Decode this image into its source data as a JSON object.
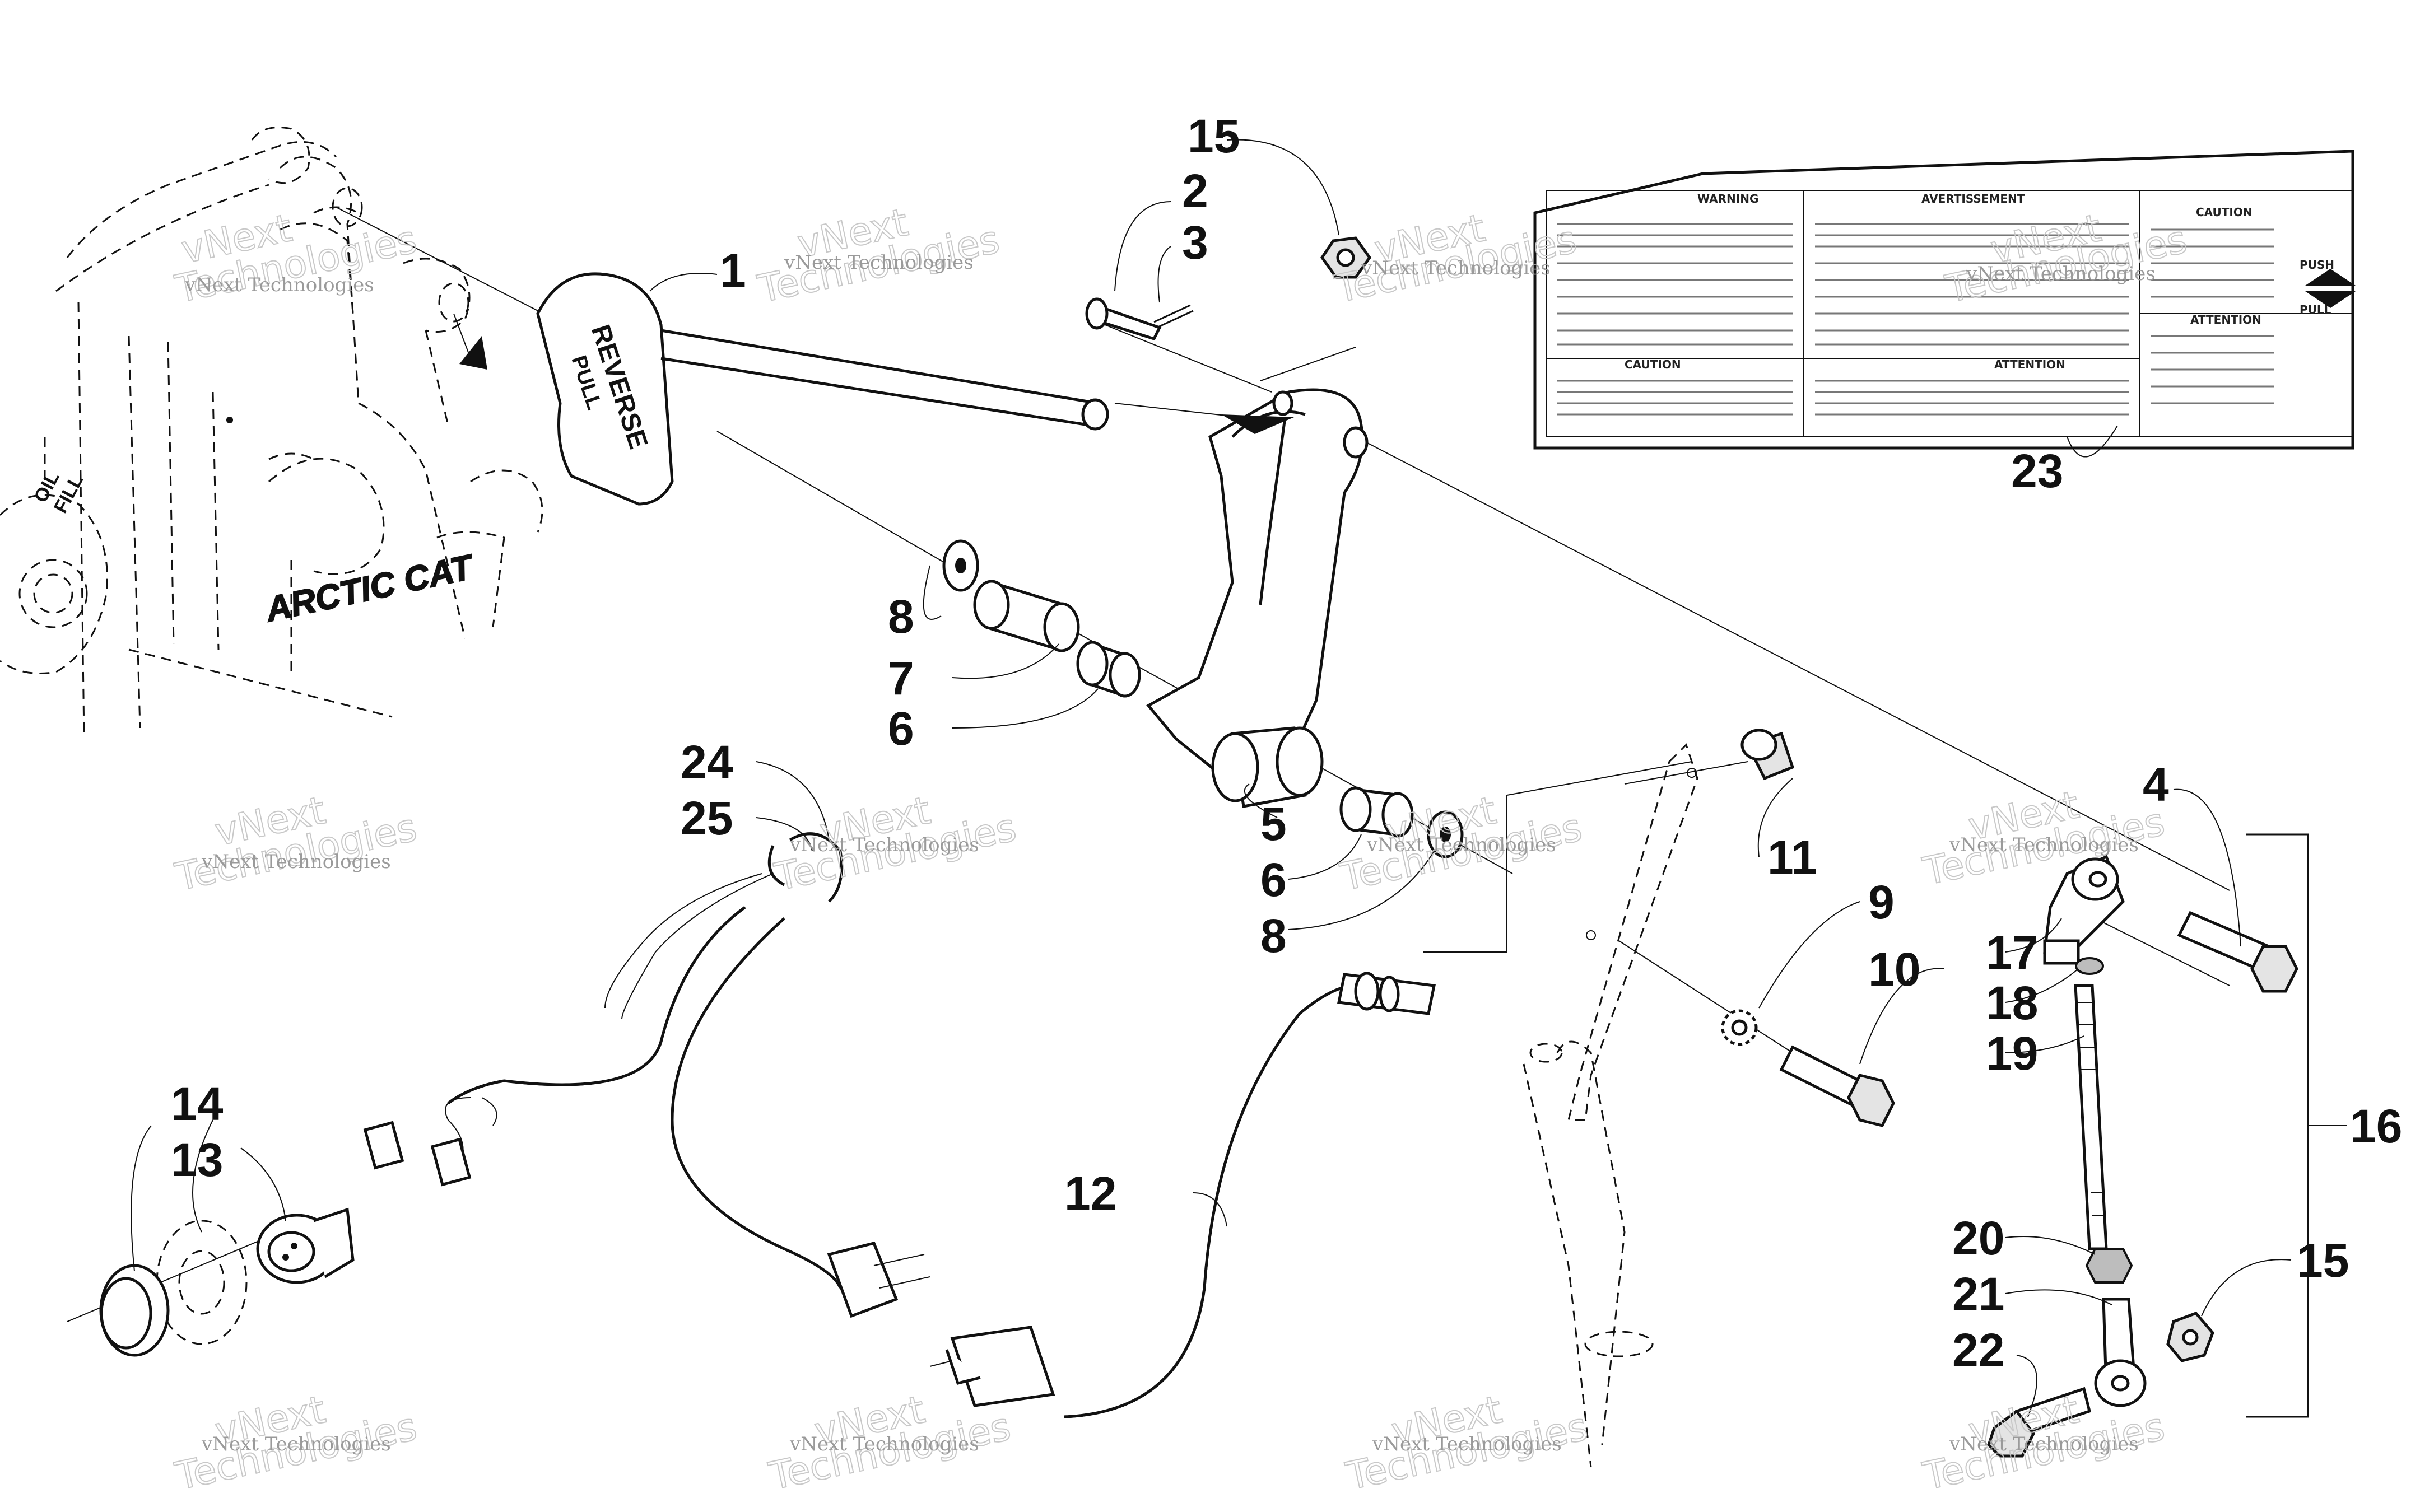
{
  "callouts": [
    {
      "id": "1",
      "label": "1"
    },
    {
      "id": "2",
      "label": "2"
    },
    {
      "id": "3",
      "label": "3"
    },
    {
      "id": "4",
      "label": "4"
    },
    {
      "id": "5",
      "label": "5"
    },
    {
      "id": "6a",
      "label": "6"
    },
    {
      "id": "6b",
      "label": "6"
    },
    {
      "id": "7",
      "label": "7"
    },
    {
      "id": "8a",
      "label": "8"
    },
    {
      "id": "8b",
      "label": "8"
    },
    {
      "id": "9",
      "label": "9"
    },
    {
      "id": "10",
      "label": "10"
    },
    {
      "id": "11",
      "label": "11"
    },
    {
      "id": "12",
      "label": "12"
    },
    {
      "id": "13",
      "label": "13"
    },
    {
      "id": "14",
      "label": "14"
    },
    {
      "id": "15a",
      "label": "15"
    },
    {
      "id": "15b",
      "label": "15"
    },
    {
      "id": "16",
      "label": "16"
    },
    {
      "id": "17",
      "label": "17"
    },
    {
      "id": "18",
      "label": "18"
    },
    {
      "id": "19",
      "label": "19"
    },
    {
      "id": "20",
      "label": "20"
    },
    {
      "id": "21",
      "label": "21"
    },
    {
      "id": "22",
      "label": "22"
    },
    {
      "id": "23",
      "label": "23"
    },
    {
      "id": "24",
      "label": "24"
    },
    {
      "id": "25",
      "label": "25"
    }
  ],
  "watermark": {
    "line1": "vNext Technologies",
    "line2": "vNext",
    "line3": "Technologies"
  },
  "knob": {
    "line1": "PULL",
    "line2": "REVERSE"
  },
  "housing": {
    "oil_line1": "OIL",
    "oil_line2": "FILL",
    "brand": "ARCTIC CAT"
  },
  "decal": {
    "warning": "WARNING",
    "avertissement": "AVERTISSEMENT",
    "caution": "CAUTION",
    "attention": "ATTENTION",
    "caution_small": "CAUTION",
    "attention_small": "ATTENTION",
    "push": "PUSH",
    "pull": "PULL"
  }
}
